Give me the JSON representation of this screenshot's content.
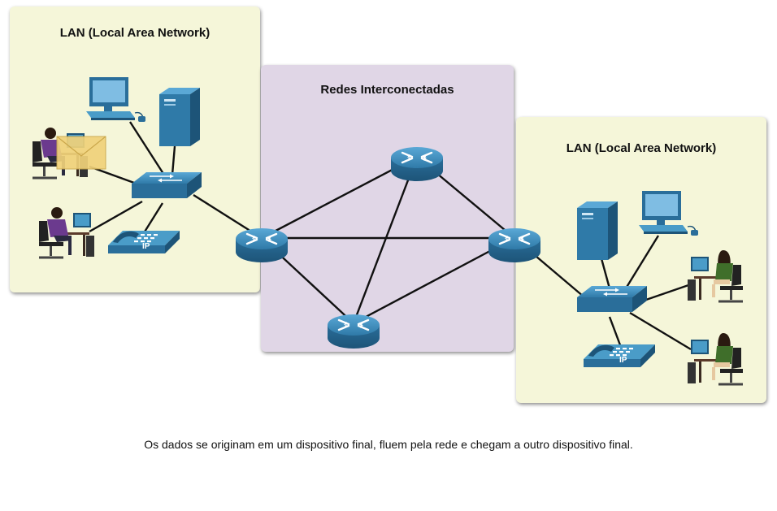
{
  "lan_left": {
    "title": "LAN (Local Area Network)"
  },
  "internetwork": {
    "title": "Redes Interconectadas"
  },
  "lan_right": {
    "title": "LAN (Local Area Network)"
  },
  "phone_label": "IP",
  "caption": "Os dados se originam em um dispositivo final, fluem pela rede e chegam a outro dispositivo final.",
  "colors": {
    "lan_bg": "#f5f6d9",
    "internetwork_bg": "#e0d6e6",
    "device_blue": "#2a6e9a",
    "device_blue_light": "#4a9cc8",
    "person_purple": "#6b3a8e",
    "person_green": "#3f6e2a",
    "email_yellow": "#f0d27a"
  }
}
